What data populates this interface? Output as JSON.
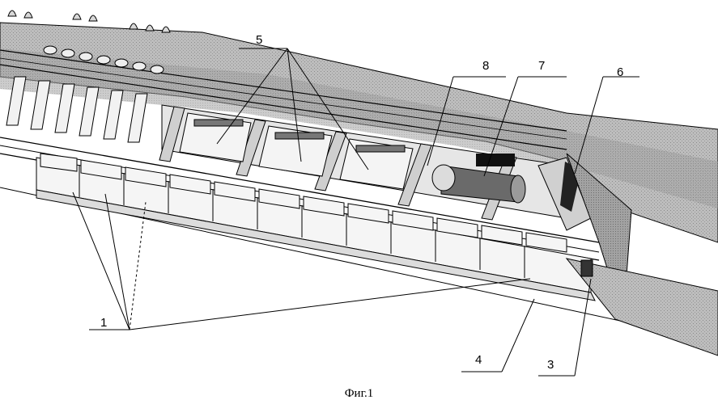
{
  "figure": {
    "caption": "Фиг.1",
    "callouts": {
      "c1": "1",
      "c3": "3",
      "c4": "4",
      "c5": "5",
      "c6": "6",
      "c7": "7",
      "c8": "8"
    }
  },
  "colors": {
    "hull": "#b9b9b9",
    "hull_dark": "#8f8f8f",
    "panel": "#e9e9e9",
    "line": "#000000"
  }
}
